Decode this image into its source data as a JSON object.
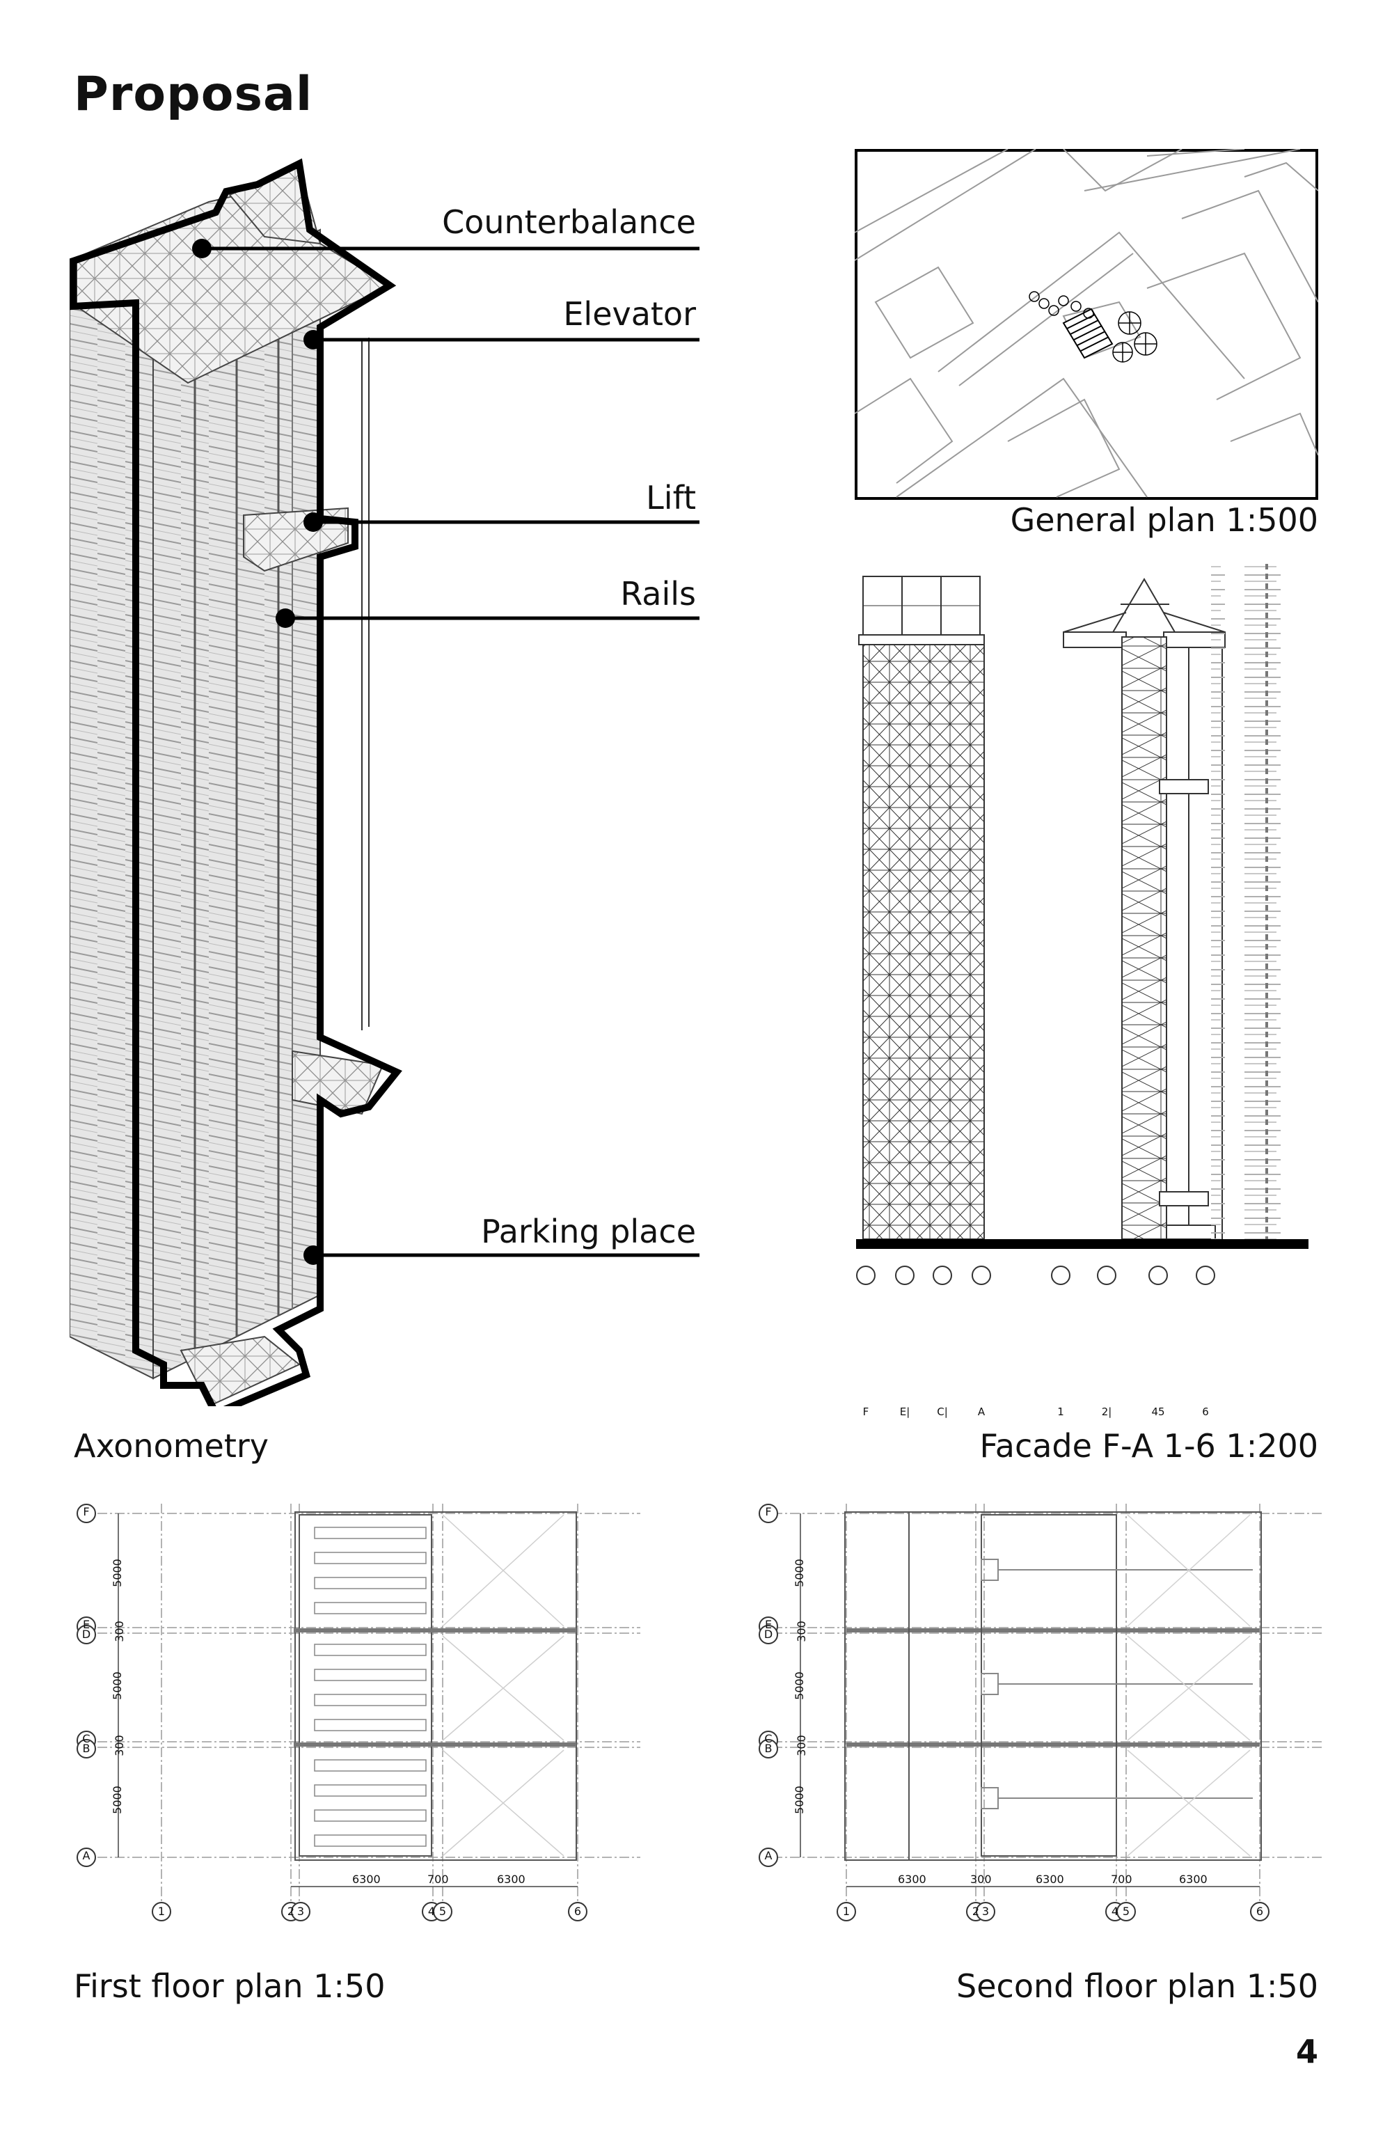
{
  "page": {
    "title": "Proposal",
    "number": "4"
  },
  "axonometry": {
    "caption": "Axonometry",
    "callouts": [
      "Counterbalance",
      "Elevator",
      "Lift",
      "Rails",
      "Parking place"
    ]
  },
  "general_plan": {
    "caption": "General plan 1:500"
  },
  "facade": {
    "caption": "Facade F-A 1-6 1:200",
    "left_axes": [
      "F",
      "E|",
      "C|",
      "A"
    ],
    "right_axes": [
      "1",
      "2|",
      "45",
      "6"
    ]
  },
  "first_floor": {
    "caption": "First floor plan 1:50",
    "row_axes": [
      "F",
      "E",
      "D",
      "C",
      "B",
      "A"
    ],
    "row_dims": [
      "5000",
      "300",
      "5000",
      "300",
      "5000"
    ],
    "col_axes": [
      "1",
      "2",
      "3",
      "4",
      "5",
      "6"
    ],
    "col_dims": [
      "6300",
      "700",
      "6300"
    ]
  },
  "second_floor": {
    "caption": "Second floor plan 1:50",
    "row_axes": [
      "F",
      "E",
      "D",
      "C",
      "B",
      "A"
    ],
    "row_dims": [
      "5000",
      "300",
      "5000",
      "300",
      "5000"
    ],
    "col_axes": [
      "1",
      "2",
      "3",
      "4",
      "5",
      "6"
    ],
    "col_dims": [
      "6300",
      "300",
      "6300",
      "700",
      "6300"
    ]
  }
}
